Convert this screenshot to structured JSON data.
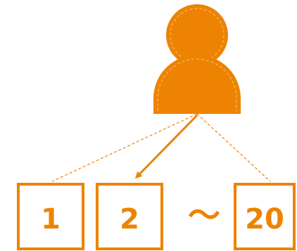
{
  "colors": {
    "accent": "#ED8300",
    "background": "#FFFFFF"
  },
  "person": {
    "icon": "person-icon"
  },
  "boxes": [
    {
      "label": "1"
    },
    {
      "label": "2"
    },
    {
      "label": "20"
    }
  ],
  "separator": "〜"
}
